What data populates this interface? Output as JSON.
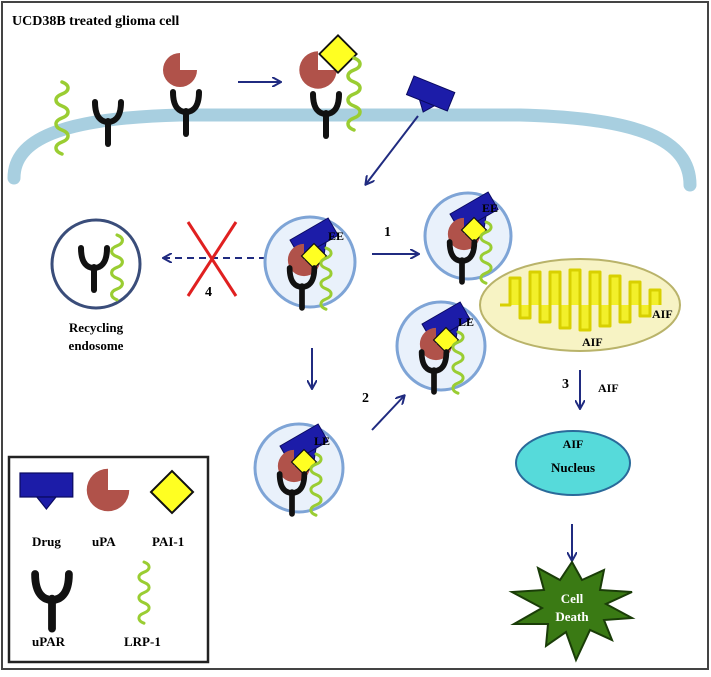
{
  "title": "UCD38B treated glioma cell",
  "vesicle_labels": {
    "ee_center": "EE",
    "ee_right": "EE",
    "le_right": "LE",
    "le_bottom": "LE"
  },
  "step_labels": {
    "step1": "1",
    "step2": "2",
    "step3": "3",
    "step4": "4"
  },
  "recycling_label": [
    "Recycling",
    "endosome"
  ],
  "mitochondrion": {
    "aif_right": "AIF",
    "aif_bottom": "AIF"
  },
  "released_aif": "AIF",
  "nucleus": {
    "aif": "AIF",
    "label": "Nucleus"
  },
  "cell_death": [
    "Cell",
    "Death"
  ],
  "legend": {
    "drug": "Drug",
    "upa": "uPA",
    "pai1": "PAI-1",
    "upar": "uPAR",
    "lrp1": "LRP-1"
  },
  "colors": {
    "drug": "#1c1ca8",
    "upa": "#b0524a",
    "pai1": "#ffff22",
    "upar": "#111111",
    "lrp1": "#9acd32",
    "membrane": "#a8cfe0",
    "vesicle_fill": "#e9f1fb",
    "vesicle_border": "#7ea4d6",
    "mito_fill": "#f7f3c4",
    "mito_inner": "#f2ef2a",
    "nucleus_fill": "#56dada",
    "death_fill": "#3a7a14",
    "arrow": "#202b80",
    "cross": "#e02020"
  }
}
